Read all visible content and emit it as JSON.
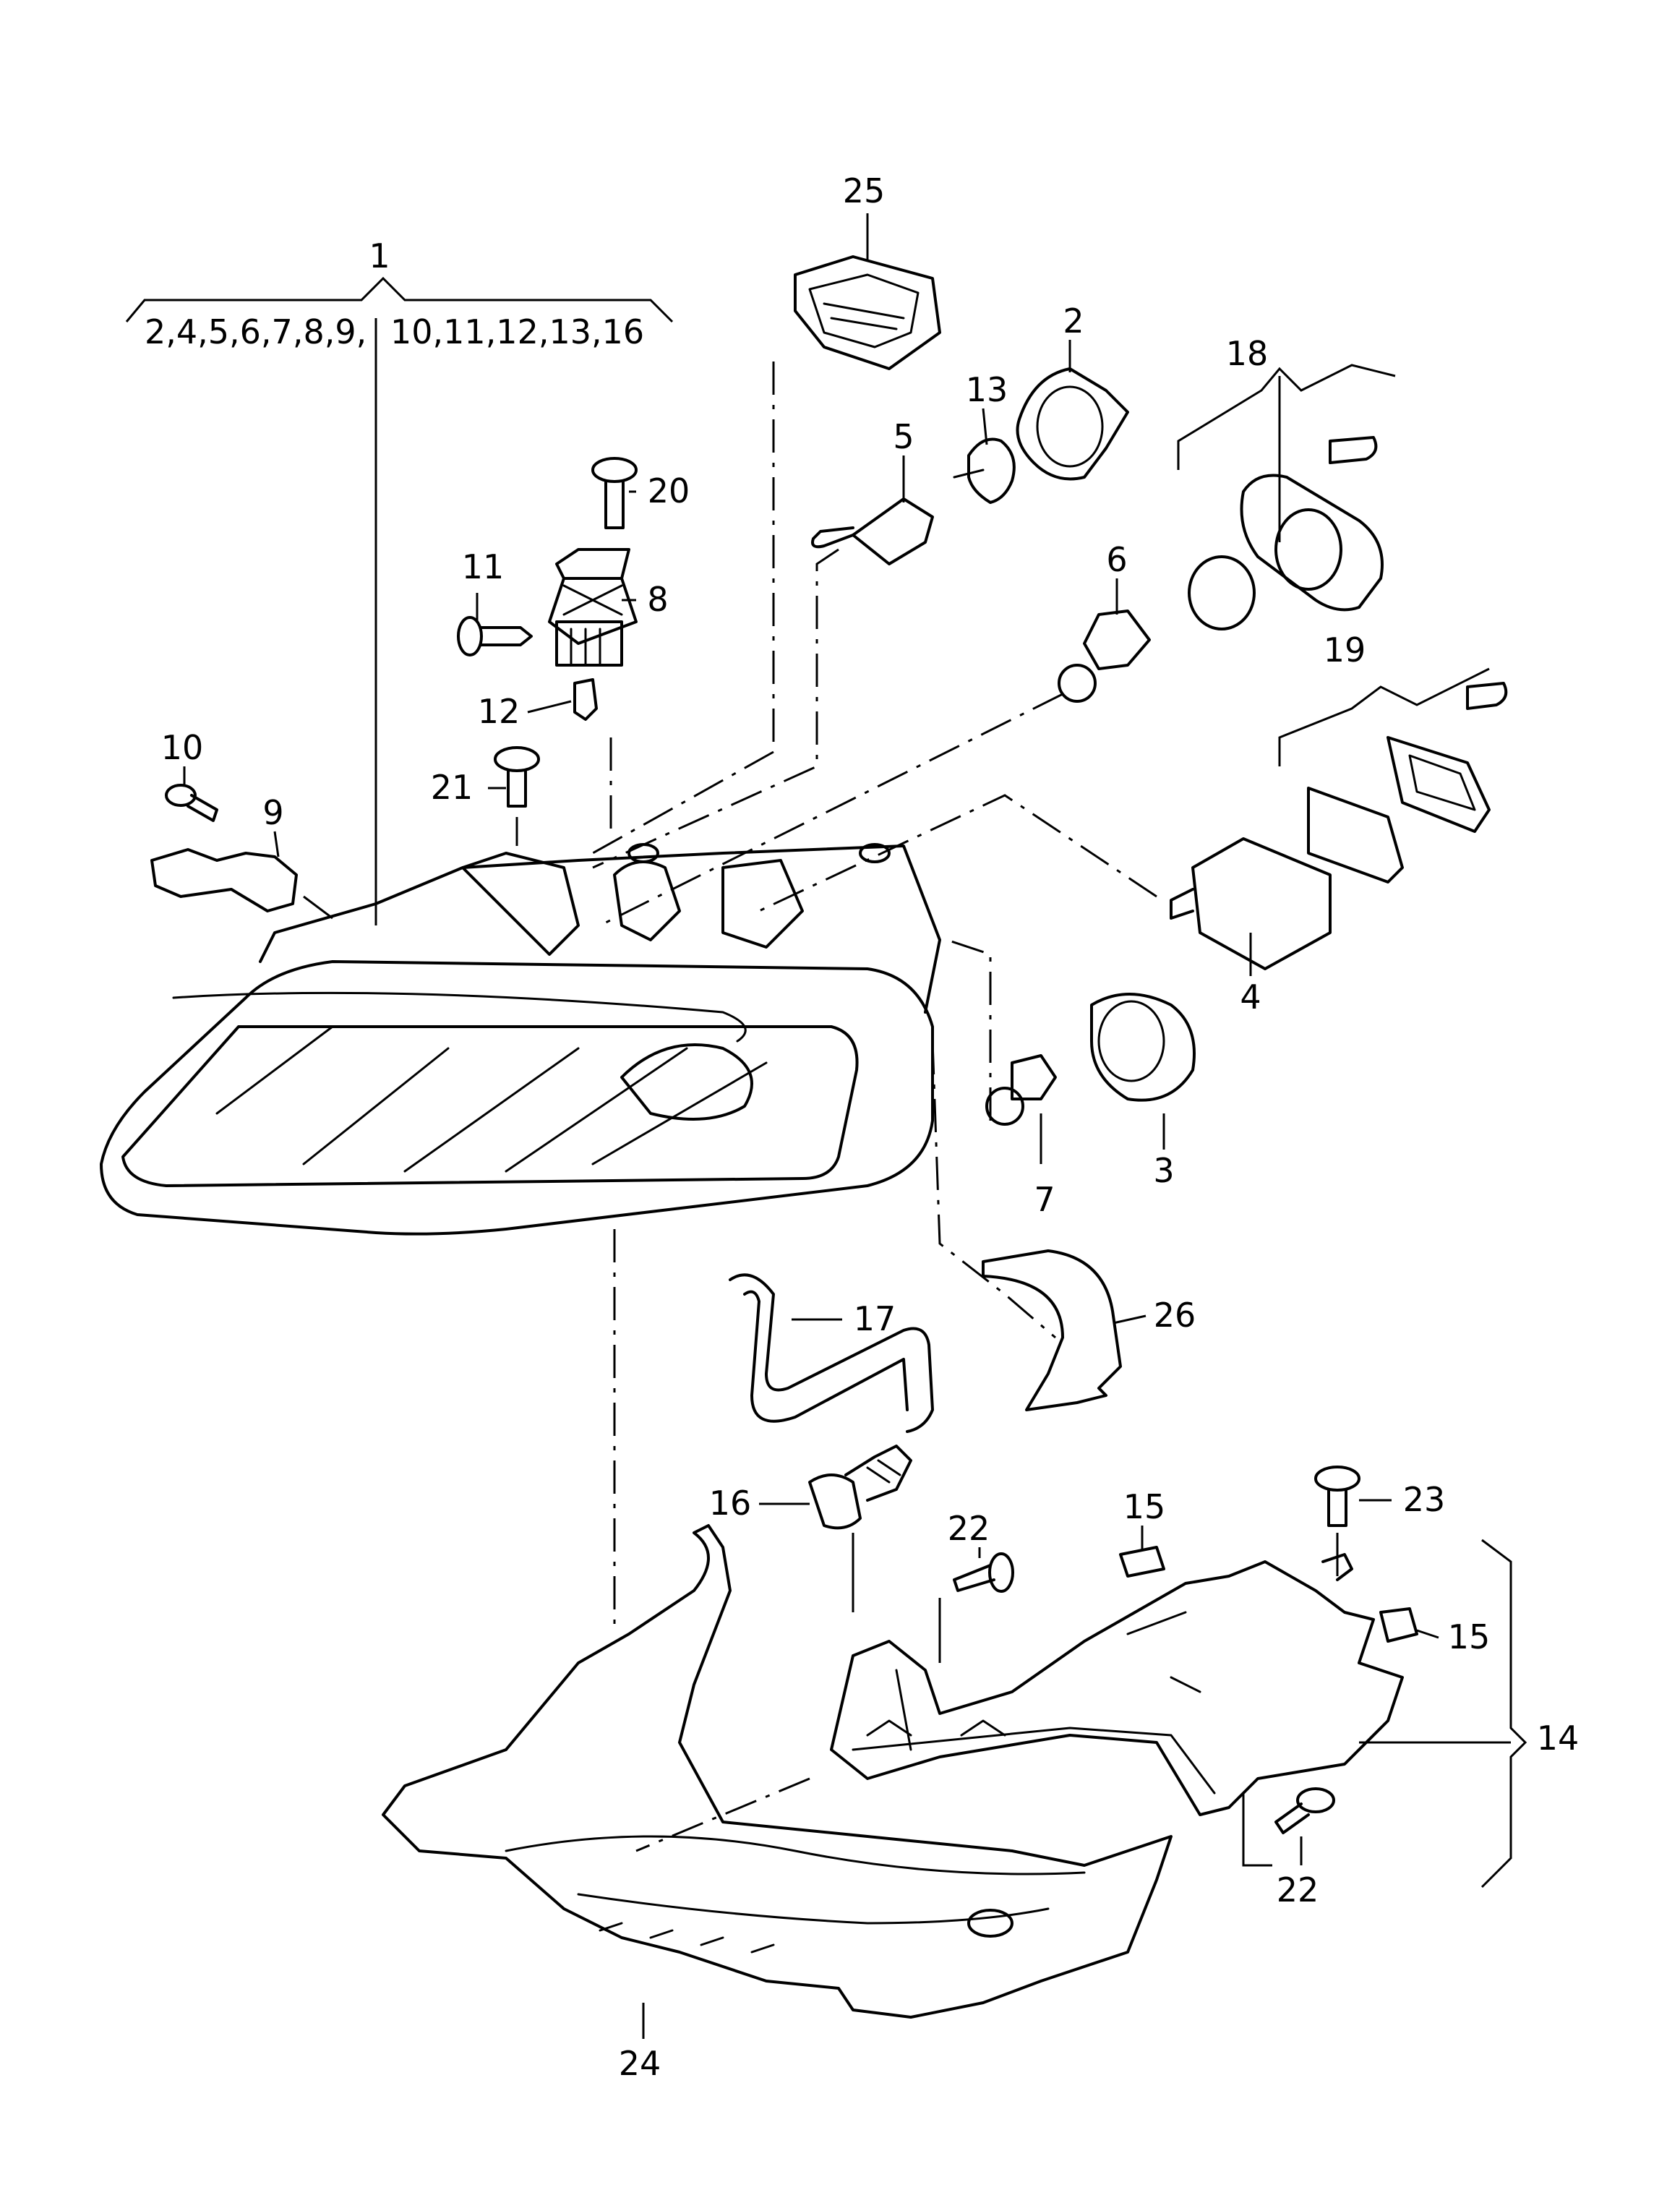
{
  "diagram": {
    "callouts": [
      {
        "id": "c1",
        "label": "1"
      },
      {
        "id": "c2",
        "label": "2"
      },
      {
        "id": "c3",
        "label": "3"
      },
      {
        "id": "c4",
        "label": "4"
      },
      {
        "id": "c5",
        "label": "5"
      },
      {
        "id": "c6",
        "label": "6"
      },
      {
        "id": "c7",
        "label": "7"
      },
      {
        "id": "c8",
        "label": "8"
      },
      {
        "id": "c9",
        "label": "9"
      },
      {
        "id": "c10",
        "label": "10"
      },
      {
        "id": "c11",
        "label": "11"
      },
      {
        "id": "c12",
        "label": "12"
      },
      {
        "id": "c13",
        "label": "13"
      },
      {
        "id": "c14",
        "label": "14"
      },
      {
        "id": "c15a",
        "label": "15"
      },
      {
        "id": "c15b",
        "label": "15"
      },
      {
        "id": "c16",
        "label": "16"
      },
      {
        "id": "c17",
        "label": "17"
      },
      {
        "id": "c18",
        "label": "18"
      },
      {
        "id": "c19",
        "label": "19"
      },
      {
        "id": "c20",
        "label": "20"
      },
      {
        "id": "c21",
        "label": "21"
      },
      {
        "id": "c22a",
        "label": "22"
      },
      {
        "id": "c22b",
        "label": "22"
      },
      {
        "id": "c23",
        "label": "23"
      },
      {
        "id": "c24",
        "label": "24"
      },
      {
        "id": "c25",
        "label": "25"
      },
      {
        "id": "c26",
        "label": "26"
      }
    ],
    "group_left": "2,4,5,6,7,8,9,",
    "group_right": "10,11,12,13,16"
  }
}
